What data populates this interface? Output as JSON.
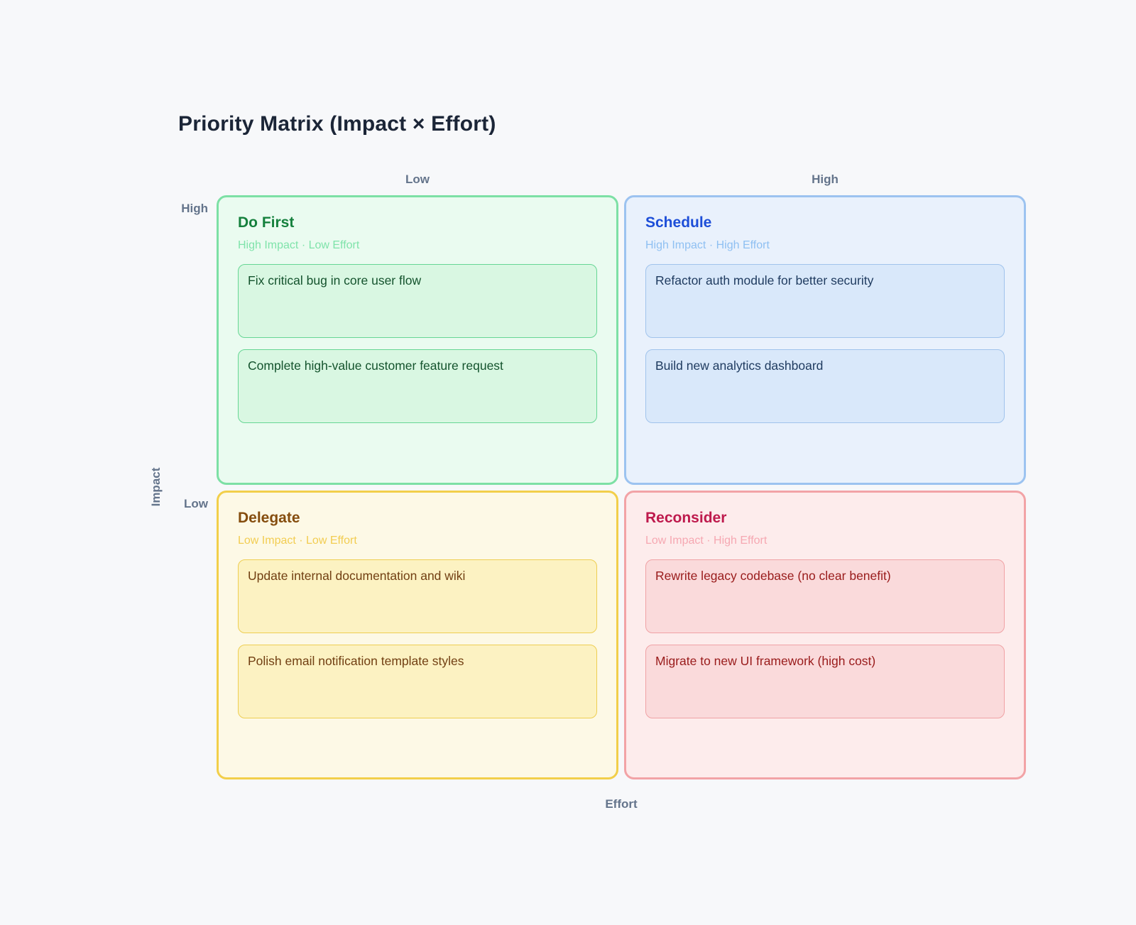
{
  "title": "Priority Matrix (Impact × Effort)",
  "palette": {
    "page_bg": "#f7f8fa",
    "title_color": "#1b2537",
    "axis_color": "#64748b"
  },
  "axes": {
    "x_label": "Effort",
    "y_label": "Impact",
    "col_low": "Low",
    "col_high": "High",
    "row_high": "High",
    "row_low": "Low"
  },
  "quadrants": [
    {
      "key": "do-first",
      "title": "Do First",
      "subtitle": "High Impact · Low Effort",
      "items": [
        "Fix critical bug in core user flow",
        "Complete high-value customer feature request"
      ],
      "colors": {
        "border": "#7de0a5",
        "bg": "#eafbf0",
        "title": "#15803d",
        "subtitle": "#7fe3aa",
        "card_bg": "#d9f7e2",
        "card_border": "#66d694",
        "card_text": "#14532d"
      }
    },
    {
      "key": "schedule",
      "title": "Schedule",
      "subtitle": "High Impact · High Effort",
      "items": [
        "Refactor auth module for better security",
        "Build new analytics dashboard"
      ],
      "colors": {
        "border": "#9cc3f0",
        "bg": "#e9f1fc",
        "title": "#1d4ed8",
        "subtitle": "#8fc0f2",
        "card_bg": "#d9e8fa",
        "card_border": "#a0c3ec",
        "card_text": "#1e3a5f"
      }
    },
    {
      "key": "delegate",
      "title": "Delegate",
      "subtitle": "Low Impact · Low Effort",
      "items": [
        "Update internal documentation and wiki",
        "Polish email notification template styles"
      ],
      "colors": {
        "border": "#f2cf4a",
        "bg": "#fdf9e6",
        "title": "#854d0e",
        "subtitle": "#f2cd52",
        "card_bg": "#fcf2c2",
        "card_border": "#eece52",
        "card_text": "#713f12"
      }
    },
    {
      "key": "reconsider",
      "title": "Reconsider",
      "subtitle": "Low Impact · High Effort",
      "items": [
        "Rewrite legacy codebase (no clear benefit)",
        "Migrate to new UI framework (high cost)"
      ],
      "colors": {
        "border": "#f2a3a6",
        "bg": "#fdecec",
        "title": "#be1a4d",
        "subtitle": "#f6a8b2",
        "card_bg": "#fadadb",
        "card_border": "#f0a2a5",
        "card_text": "#991b1b"
      }
    }
  ]
}
